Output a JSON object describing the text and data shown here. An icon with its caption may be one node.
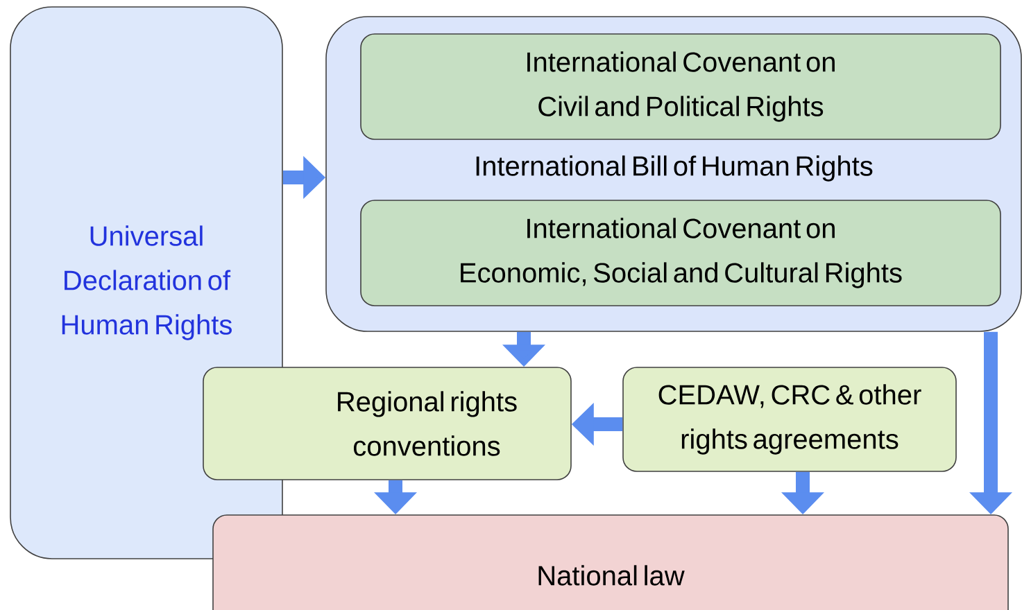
{
  "diagram": {
    "nodes": [
      {
        "text": [
          "Universal Declaration of Human Rights"
        ]
      },
      {
        "text": [
          "International Bill of Human Rights"
        ]
      },
      {
        "text": [
          "International Covenant on Civil and Political Rights"
        ],
        "in": 1
      },
      {
        "text": [
          "International Covenant on Economic, Social and Cultural Rights"
        ],
        "in": 1
      },
      {
        "text": [
          "Regional rights conventions"
        ]
      },
      {
        "text": [
          "CEDAW, CRC & other rights agreements"
        ]
      },
      {
        "text": [
          "National law"
        ]
      }
    ],
    "edges": [
      {
        "from": 0,
        "to": 1,
        "arrow": "to"
      },
      {
        "from": 1,
        "to": 4,
        "arrow": "to"
      },
      {
        "from": 1,
        "to": 6,
        "arrow": "to"
      },
      {
        "from": 5,
        "to": 4,
        "arrow": "to"
      },
      {
        "from": 4,
        "to": 6,
        "arrow": "to"
      },
      {
        "from": 5,
        "to": 6,
        "arrow": "to"
      }
    ]
  }
}
